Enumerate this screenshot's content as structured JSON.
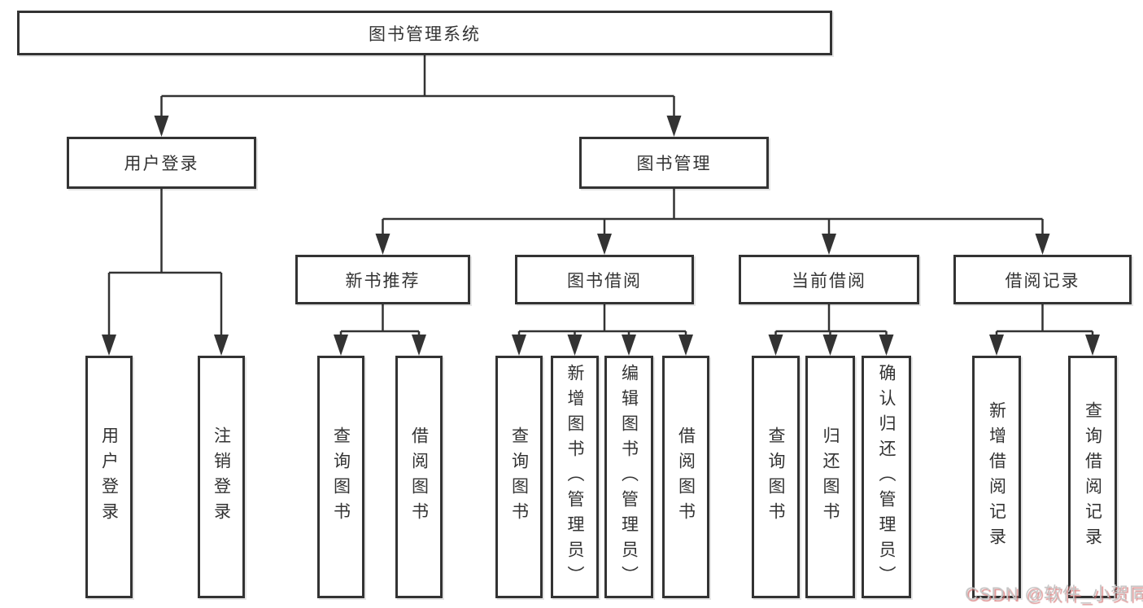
{
  "tree": {
    "root": {
      "label": "图书管理系统"
    },
    "branches": [
      {
        "label": "用户登录",
        "children": [
          {
            "label": "用户登录"
          },
          {
            "label": "注销登录"
          }
        ]
      },
      {
        "label": "图书管理",
        "children": [
          {
            "label": "新书推荐",
            "children": [
              {
                "label": "查询图书"
              },
              {
                "label": "借阅图书"
              }
            ]
          },
          {
            "label": "图书借阅",
            "children": [
              {
                "label": "查询图书"
              },
              {
                "label": "新增图书（管理员）"
              },
              {
                "label": "编辑图书（管理员）"
              },
              {
                "label": "借阅图书"
              }
            ]
          },
          {
            "label": "当前借阅",
            "children": [
              {
                "label": "查询图书"
              },
              {
                "label": "归还图书"
              },
              {
                "label": "确认归还（管理员）"
              }
            ]
          },
          {
            "label": "借阅记录",
            "children": [
              {
                "label": "新增借阅记录"
              },
              {
                "label": "查询借阅记录"
              }
            ]
          }
        ]
      }
    ]
  },
  "watermark": {
    "text": "CSDN @软件_小贺同学"
  },
  "colors": {
    "line": "#333333",
    "box_border": "#333333",
    "box_fill": "#ffffff",
    "text": "#333333",
    "background": "#ffffff",
    "watermark_text": "#c6c6c6",
    "watermark_shadow": "#d26e6e"
  }
}
